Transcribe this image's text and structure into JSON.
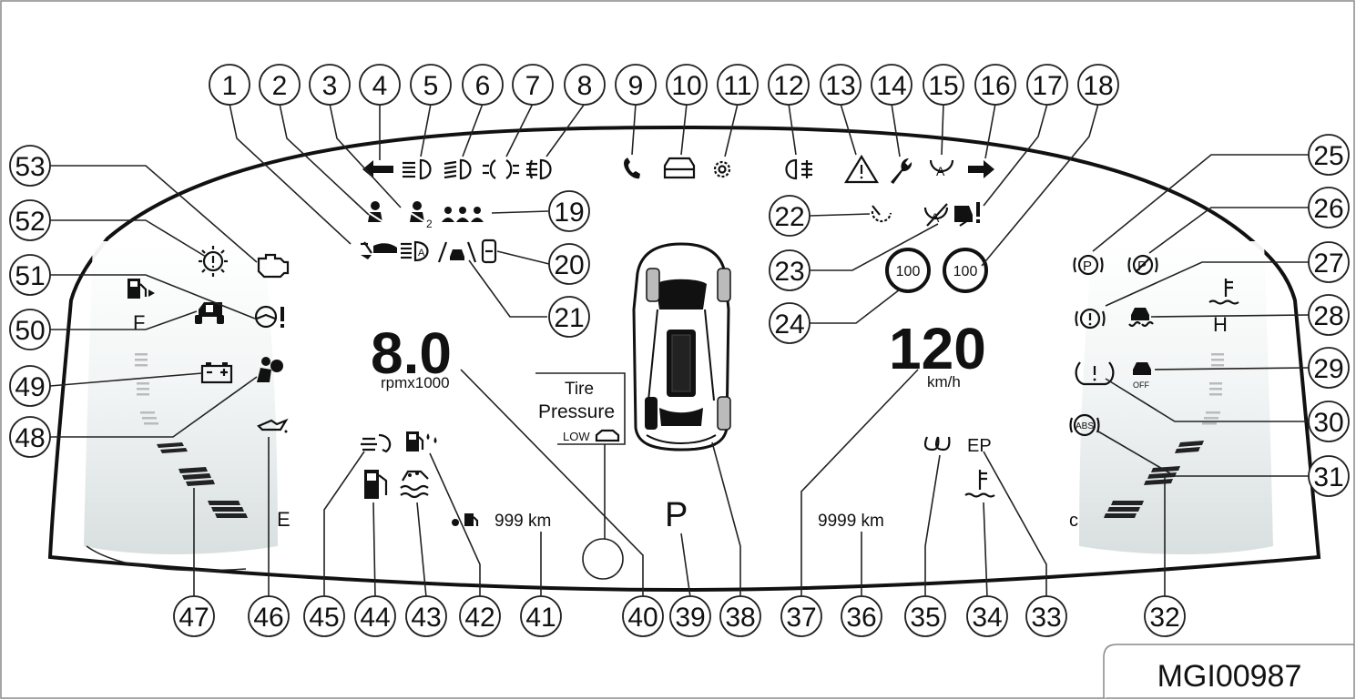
{
  "gauges": {
    "rpm_value": "8.0",
    "rpm_unit": "rpmx1000",
    "speed_value": "120",
    "speed_unit": "km/h",
    "fuel_full": "F",
    "fuel_empty": "E",
    "temp_hot": "H",
    "temp_cold": "c",
    "gear": "P",
    "range_text": "999 km",
    "odometer_text": "9999 km"
  },
  "tire_pressure": {
    "line1": "Tire",
    "line2": "Pressure",
    "line3": "LOW"
  },
  "speed_limit_signs": [
    "100",
    "100"
  ],
  "indicator_labels": {
    "ep": "EP",
    "abs": "ABS",
    "auto_hold": "A",
    "epb": "P",
    "off": "OFF"
  },
  "reference_code": "MGI00987",
  "callouts": [
    "1",
    "2",
    "3",
    "4",
    "5",
    "6",
    "7",
    "8",
    "9",
    "10",
    "11",
    "12",
    "13",
    "14",
    "15",
    "16",
    "17",
    "18",
    "19",
    "20",
    "21",
    "22",
    "23",
    "24",
    "25",
    "26",
    "27",
    "28",
    "29",
    "30",
    "31",
    "32",
    "33",
    "34",
    "35",
    "36",
    "37",
    "38",
    "39",
    "40",
    "41",
    "42",
    "43",
    "44",
    "45",
    "46",
    "47",
    "48",
    "49",
    "50",
    "51",
    "52",
    "53"
  ]
}
